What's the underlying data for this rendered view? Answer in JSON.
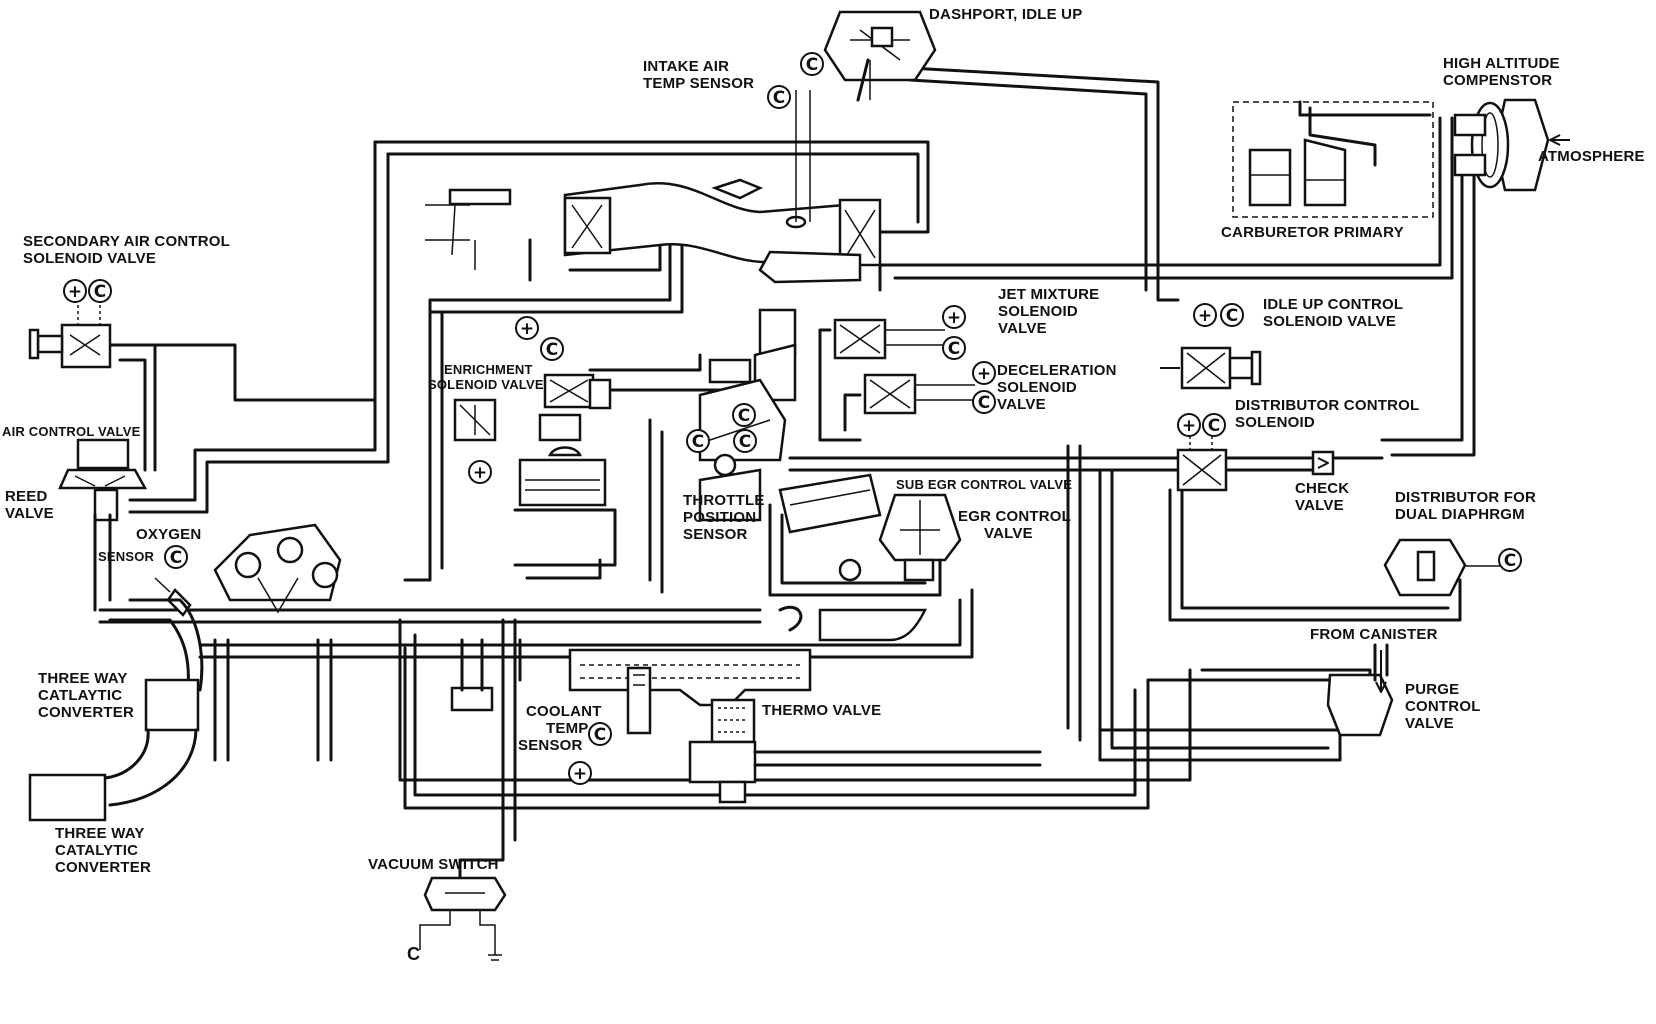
{
  "diagram": {
    "labels": {
      "dashport": "DASHPORT, IDLE UP",
      "intake_air_1": "INTAKE AIR",
      "intake_air_2": "TEMP SENSOR",
      "high_alt_1": "HIGH ALTITUDE",
      "high_alt_2": "COMPENSTOR",
      "atmosphere": "ATMOSPHERE",
      "carb_primary": "CARBURETOR PRIMARY",
      "sec_air_1": "SECONDARY AIR CONTROL",
      "sec_air_2": "SOLENOID VALVE",
      "jet_1": "JET MIXTURE",
      "jet_2": "SOLENOID",
      "jet_3": "VALVE",
      "idle_up_1": "IDLE UP CONTROL",
      "idle_up_2": "SOLENOID VALVE",
      "enrich_1": "ENRICHMENT",
      "enrich_2": "SOLENOID VALVE",
      "decel_1": "DECELERATION",
      "decel_2": "SOLENOID",
      "decel_3": "VALVE",
      "dist_ctrl_1": "DISTRIBUTOR CONTROL",
      "dist_ctrl_2": "SOLENOID",
      "air_control": "AIR CONTROL VALVE",
      "reed_1": "REED",
      "reed_2": "VALVE",
      "oxygen": "OXYGEN",
      "sensor": "SENSOR",
      "throttle_1": "THROTTLE",
      "throttle_2": "POSITION",
      "throttle_3": "SENSOR",
      "sub_egr": "SUB EGR CONTROL VALVE",
      "check_1": "CHECK",
      "check_2": "VALVE",
      "egr_1": "EGR CONTROL",
      "egr_2": "VALVE",
      "dist_dual_1": "DISTRIBUTOR FOR",
      "dist_dual_2": "DUAL DIAPHRGM",
      "three_way_1a": "THREE WAY",
      "three_way_1b": "CATLAYTIC",
      "three_way_1c": "CONVERTER",
      "from_canister": "FROM CANISTER",
      "coolant_1": "COOLANT",
      "coolant_2": "TEMP",
      "coolant_3": "SENSOR",
      "thermo": "THERMO VALVE",
      "purge_1": "PURGE",
      "purge_2": "CONTROL",
      "purge_3": "VALVE",
      "three_way_2a": "THREE WAY",
      "three_way_2b": "CATALYTIC",
      "three_way_2c": "CONVERTER",
      "vacuum_switch": "VACUUM SWITCH",
      "c_terminal": "C"
    },
    "symbols": {
      "plus": "+",
      "ground": "C"
    }
  }
}
